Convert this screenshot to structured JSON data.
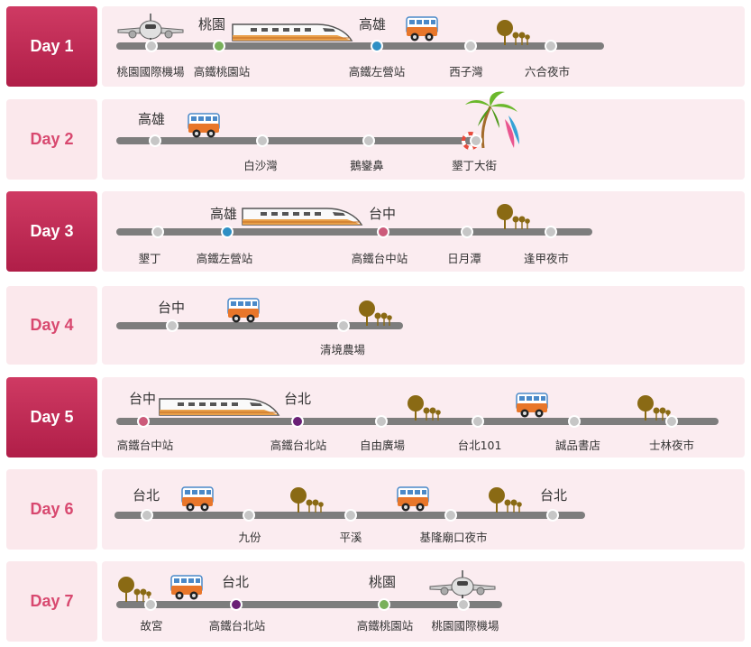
{
  "days": [
    {
      "label": "Day 1",
      "stops": [
        "桃園國際機場",
        "高鐵桃園站",
        "高鐵左營站",
        "西子灣",
        "六合夜市"
      ],
      "cities": [
        "桃園",
        "高雄"
      ]
    },
    {
      "label": "Day 2",
      "stops": [
        "白沙灣",
        "鵝鑾鼻",
        "墾丁大街"
      ],
      "cities": [
        "高雄"
      ]
    },
    {
      "label": "Day 3",
      "stops": [
        "墾丁",
        "高鐵左營站",
        "高鐵台中站",
        "日月潭",
        "逢甲夜市"
      ],
      "cities": [
        "高雄",
        "台中"
      ]
    },
    {
      "label": "Day 4",
      "stops": [
        "清境農場"
      ],
      "cities": [
        "台中"
      ]
    },
    {
      "label": "Day 5",
      "stops": [
        "高鐵台中站",
        "高鐵台北站",
        "自由廣場",
        "台北101",
        "誠品書店",
        "士林夜市"
      ],
      "cities": [
        "台中",
        "台北"
      ]
    },
    {
      "label": "Day 6",
      "stops": [
        "九份",
        "平溪",
        "基隆廟口夜市"
      ],
      "cities": [
        "台北",
        "台北"
      ]
    },
    {
      "label": "Day 7",
      "stops": [
        "故宮",
        "高鐵台北站",
        "高鐵桃園站",
        "桃園國際機場"
      ],
      "cities": [
        "台北",
        "桃園"
      ]
    }
  ],
  "icons": [
    "airplane-icon",
    "train-icon",
    "bus-icon",
    "tree-icon",
    "palm-beach-icon"
  ],
  "colors": {
    "day_dark": "#b01e48",
    "day_light": "#fbe8ec",
    "panel": "#fbecf0",
    "track": "#7d7d7d",
    "taoyuan_node": "#78b05a",
    "kaohsiung_node": "#2e8fc4",
    "taichung_node": "#cc5a7a",
    "taipei_node": "#6a2076"
  }
}
